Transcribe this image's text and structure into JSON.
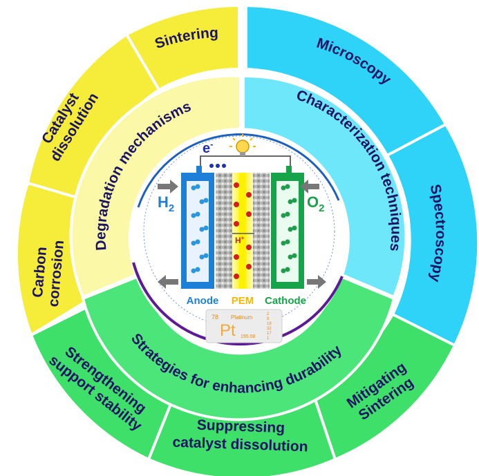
{
  "colors": {
    "yellow_outer": "#f6ec3a",
    "yellow_inner": "#fbf8a8",
    "cyan_outer": "#2ed3f7",
    "cyan_inner": "#6fe7fa",
    "green_outer": "#3ee06a",
    "green_inner": "#4ce57a",
    "text_navy": "#1b1464",
    "anode_blue": "#1e7fd6",
    "cathode_green": "#16a34a",
    "pem_yellow": "#f5b800"
  },
  "outer_ring": {
    "sintering": "Sintering",
    "catalyst_dissolution": [
      "Catalyst",
      "dissolution"
    ],
    "carbon_corrosion": [
      "Carbon",
      "corrosion"
    ],
    "microscopy": "Microscopy",
    "spectroscopy": "Spectroscopy",
    "strengthening": [
      "Strengthening",
      "support stability"
    ],
    "suppressing": [
      "Suppressing",
      "catalyst dissolution"
    ],
    "mitigating": [
      "Mitigating",
      "Sintering"
    ]
  },
  "inner_ring": {
    "degradation": "Degradation mechanisms",
    "characterization": "Characterization techniques",
    "strategies": "Strategies for enhancing durability"
  },
  "cell": {
    "electron": "e",
    "electron_sup": "-",
    "h2": "H",
    "h2_sub": "2",
    "o2": "O",
    "o2_sub": "2",
    "proton": "H",
    "proton_sup": "+",
    "anode": "Anode",
    "pem": "PEM",
    "cathode": "Cathode"
  },
  "element_tile": {
    "number": "78",
    "name": "Platinum",
    "symbol": "Pt",
    "mass": "195.08",
    "shells": [
      "2",
      "8",
      "18",
      "32",
      "17",
      "1"
    ]
  }
}
